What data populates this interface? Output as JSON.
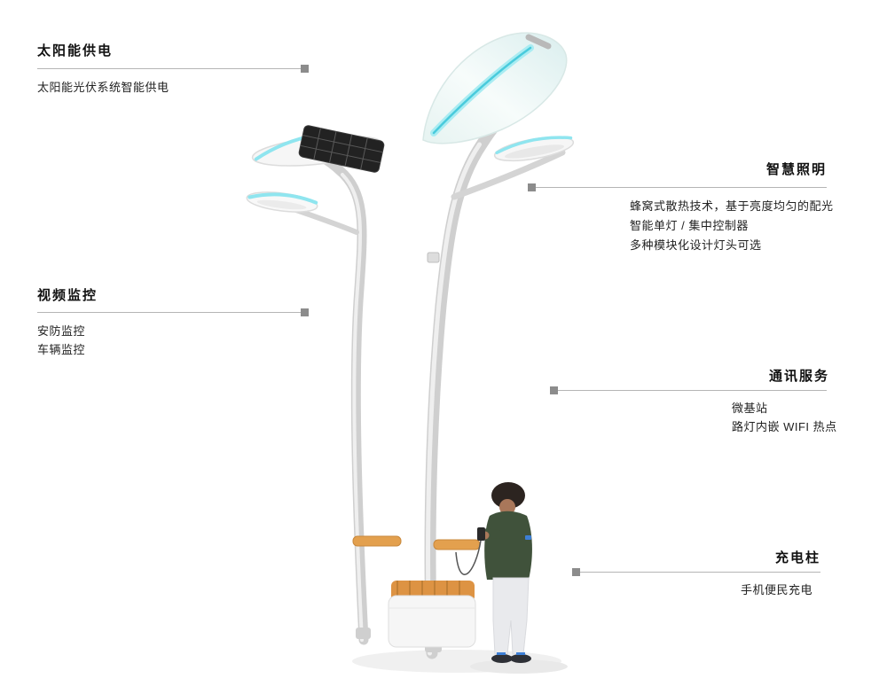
{
  "illustration": {
    "name": "smart-street-light-pole",
    "accent_color": "#8fe5ef",
    "pole_color": "#cfcfcf",
    "wood_color": "#e0984a",
    "solar_panel_color": "#222222"
  },
  "colors": {
    "leader_line": "#b5b5b5",
    "leader_dot": "#8c8c8c",
    "title_text": "#111111",
    "body_text": "#222222",
    "background": "#ffffff"
  },
  "callouts": [
    {
      "id": "solar-power",
      "side": "left",
      "title": "太阳能供电",
      "lines": [
        "太阳能光伏系统智能供电"
      ]
    },
    {
      "id": "smart-lighting",
      "side": "right",
      "title": "智慧照明",
      "lines": [
        "蜂窝式散热技术，基于亮度均匀的配光",
        "智能单灯 / 集中控制器",
        "多种模块化设计灯头可选"
      ]
    },
    {
      "id": "video-surveillance",
      "side": "left",
      "title": "视频监控",
      "lines": [
        "安防监控",
        "车辆监控"
      ]
    },
    {
      "id": "communication-service",
      "side": "right",
      "title": "通讯服务",
      "lines": [
        "微基站",
        "路灯内嵌 WIFI 热点"
      ]
    },
    {
      "id": "charging-pile",
      "side": "right",
      "title": "充电柱",
      "lines": [
        "手机便民充电"
      ]
    }
  ]
}
